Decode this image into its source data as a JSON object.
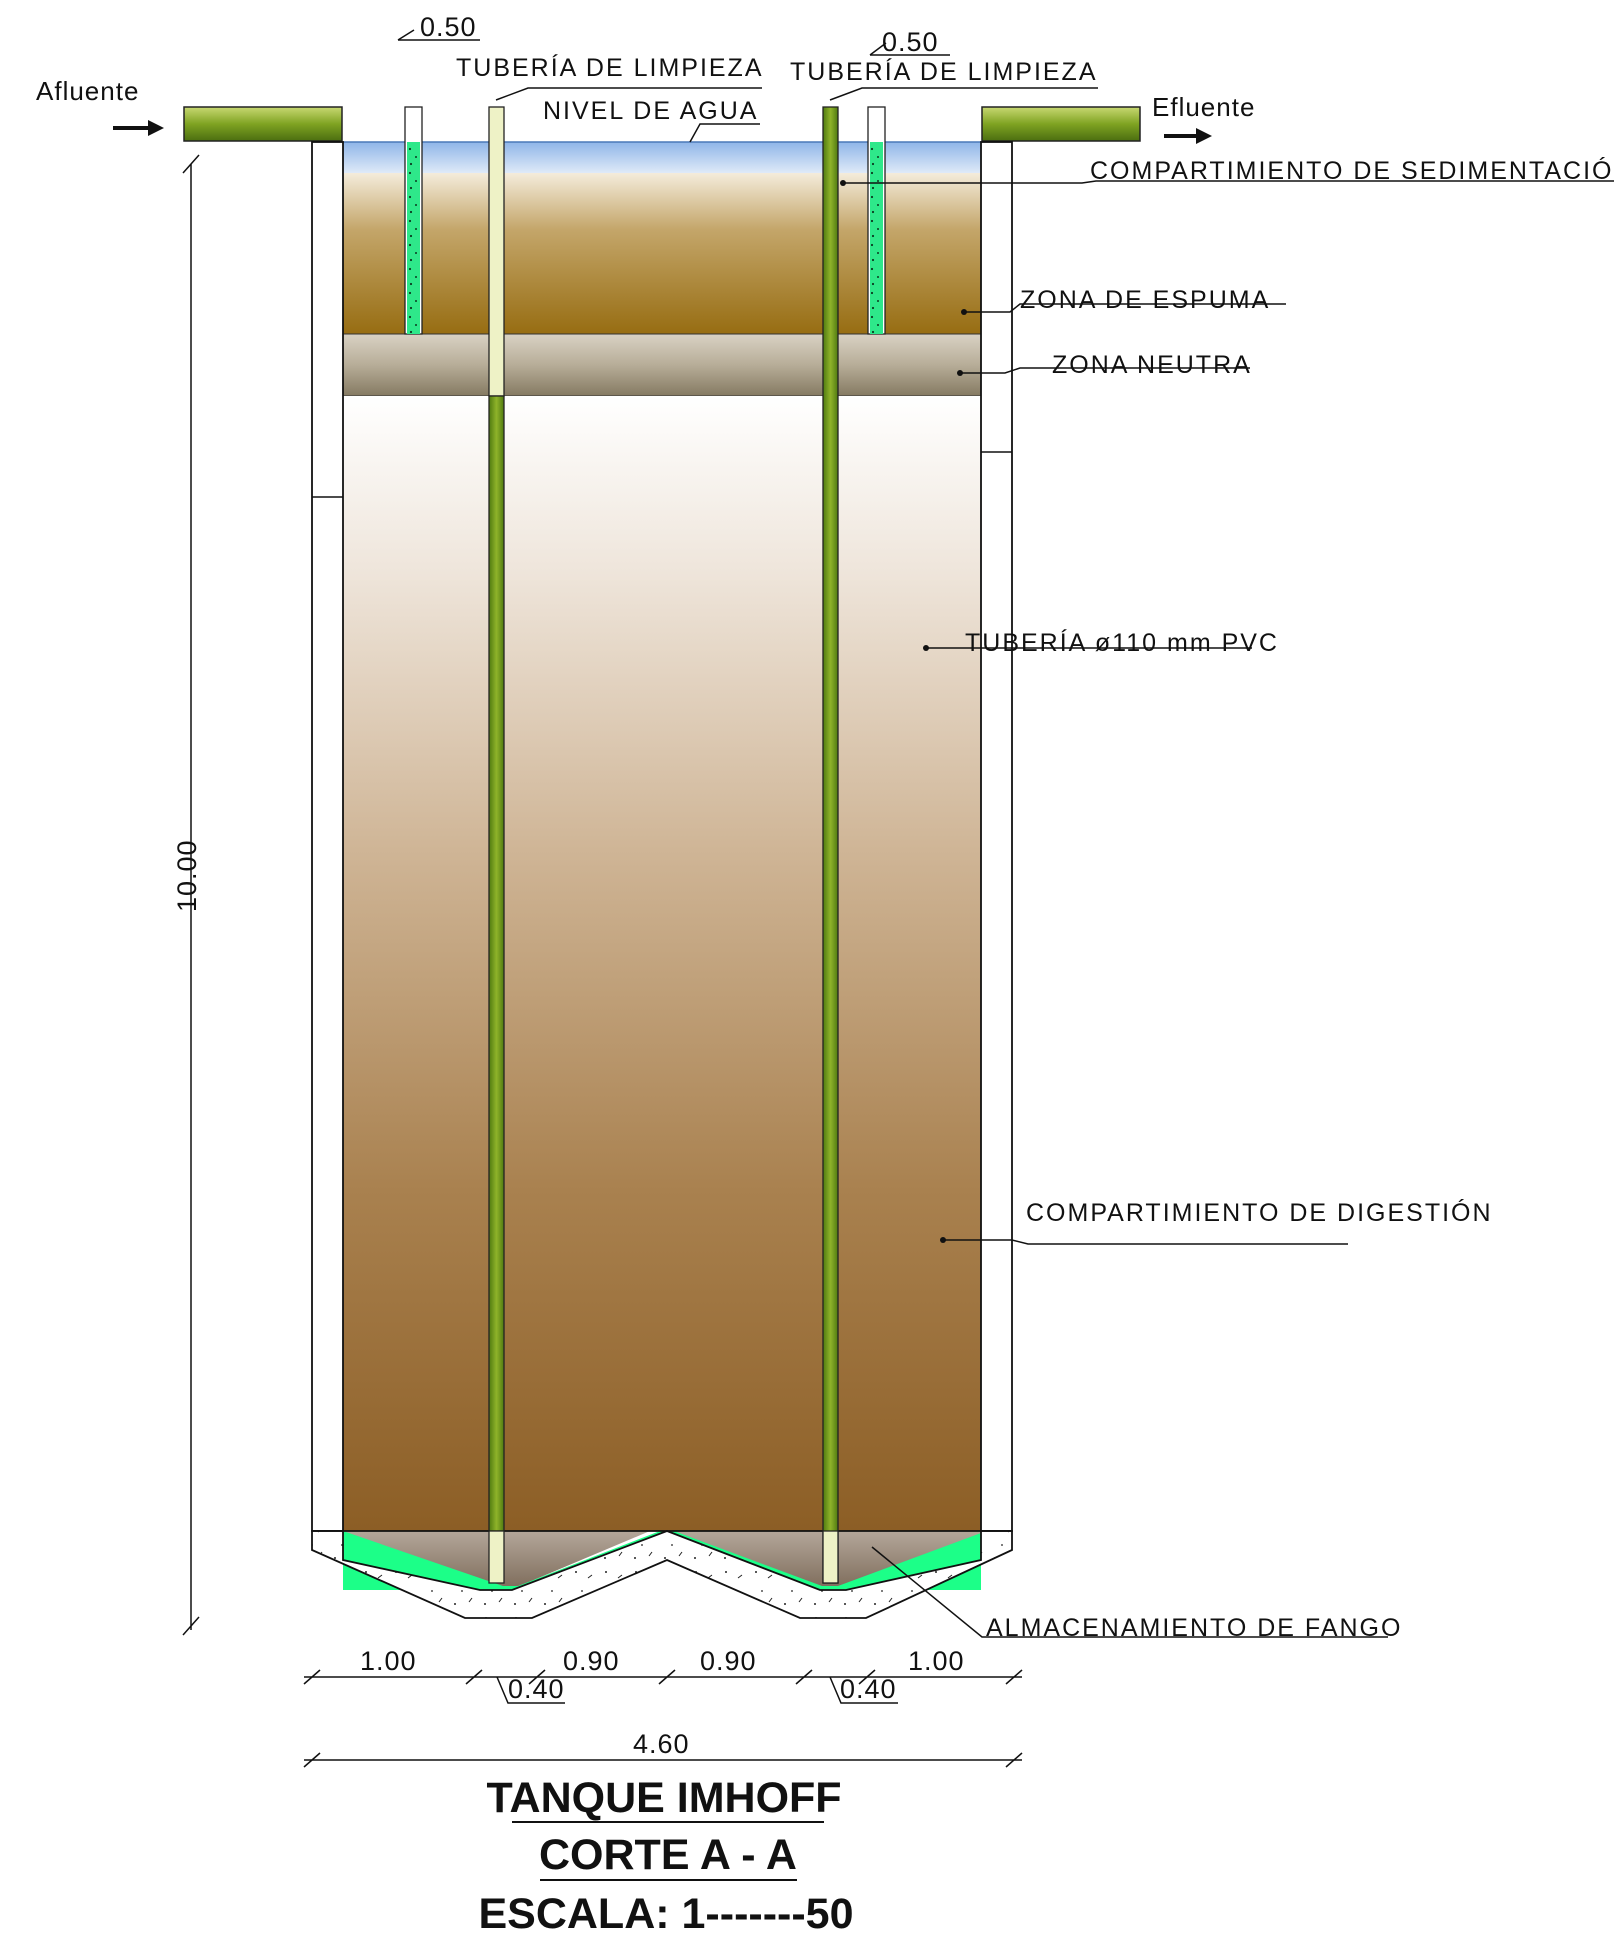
{
  "labels": {
    "afluente": "Afluente",
    "efluente": "Efluente",
    "tuberia_limpieza_1": "TUBERÍA DE LIMPIEZA",
    "tuberia_limpieza_2": "TUBERÍA DE LIMPIEZA",
    "nivel_agua": "NIVEL DE AGUA",
    "compartimiento_sedimentacion": "COMPARTIMIENTO DE SEDIMENTACIÓN",
    "zona_espuma": "ZONA DE ESPUMA",
    "zona_neutra": "ZONA NEUTRA",
    "tuberia_pvc": "TUBERÍA ø110 mm PVC",
    "compartimiento_digestion": "COMPARTIMIENTO DE DIGESTIÓN",
    "almacenamiento_fango": "ALMACENAMIENTO DE FANGO"
  },
  "dimensions": {
    "top_left": "0.50",
    "top_right": "0.50",
    "height": "10.00",
    "d1": "1.00",
    "d2": "0.90",
    "d3": "0.90",
    "d4": "1.00",
    "d5": "0.40",
    "d6": "0.40",
    "total": "4.60"
  },
  "title": {
    "line1": "TANQUE IMHOFF",
    "line2": "CORTE A  -  A",
    "line3": "ESCALA: 1-------50"
  },
  "colors": {
    "water": "#a9c8ee",
    "scum": "#9a7420",
    "neutral": "#8a8070",
    "digestion": "#9a6a2e",
    "sludge_storage": "#8a7868",
    "sludge_bed": "#1fff88",
    "pipe": "#6f9a1e",
    "pipe_light": "#eef0c0"
  }
}
